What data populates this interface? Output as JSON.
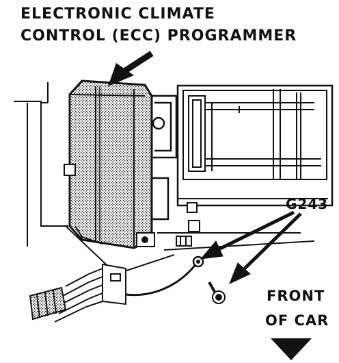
{
  "labels": {
    "title_line_1": "ELECTRONIC CLIMATE",
    "title_line_2": "CONTROL (ECC) PROGRAMMER",
    "ground_label": "G243",
    "front_line_1": "FRONT",
    "front_line_2": "OF CAR"
  },
  "colors": {
    "ink": "#111111",
    "background": "#ffffff"
  }
}
